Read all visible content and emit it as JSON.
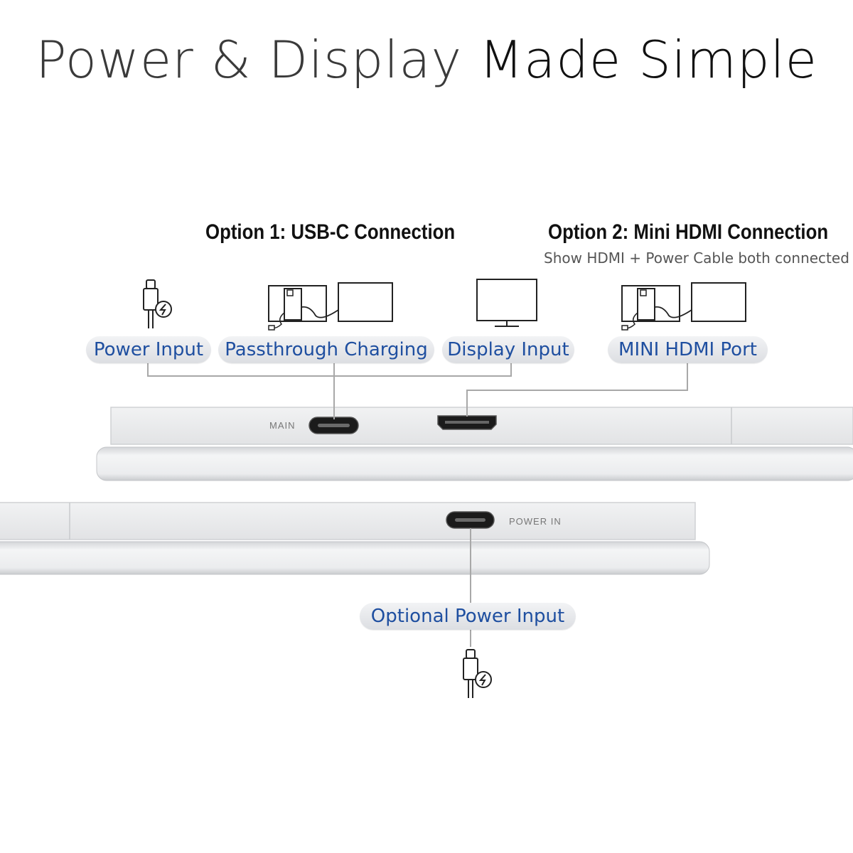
{
  "title": {
    "part1": "Power & Display ",
    "part2": "Made Simple"
  },
  "option1": {
    "heading": "Option 1: USB-C Connection"
  },
  "option2": {
    "heading": "Option 2: Mini HDMI Connection",
    "subtitle": "Show HDMI + Power Cable both connected"
  },
  "labels": {
    "power_input": "Power Input",
    "passthrough_charging": "Passthrough Charging",
    "display_input": "Display Input",
    "mini_hdmi_port": "MINI HDMI Port",
    "optional_power_input": "Optional Power Input"
  },
  "ports": {
    "main": "MAIN",
    "power_in": "POWER IN"
  },
  "colors": {
    "label_text": "#1f4fa0",
    "pill_bg": "#e4e6e9",
    "device_silver": "#e9eaec"
  },
  "icons": [
    "usb-c-power-icon",
    "laptop-monitor-charging-icon",
    "monitor-icon",
    "laptop-monitor-hdmi-icon"
  ]
}
